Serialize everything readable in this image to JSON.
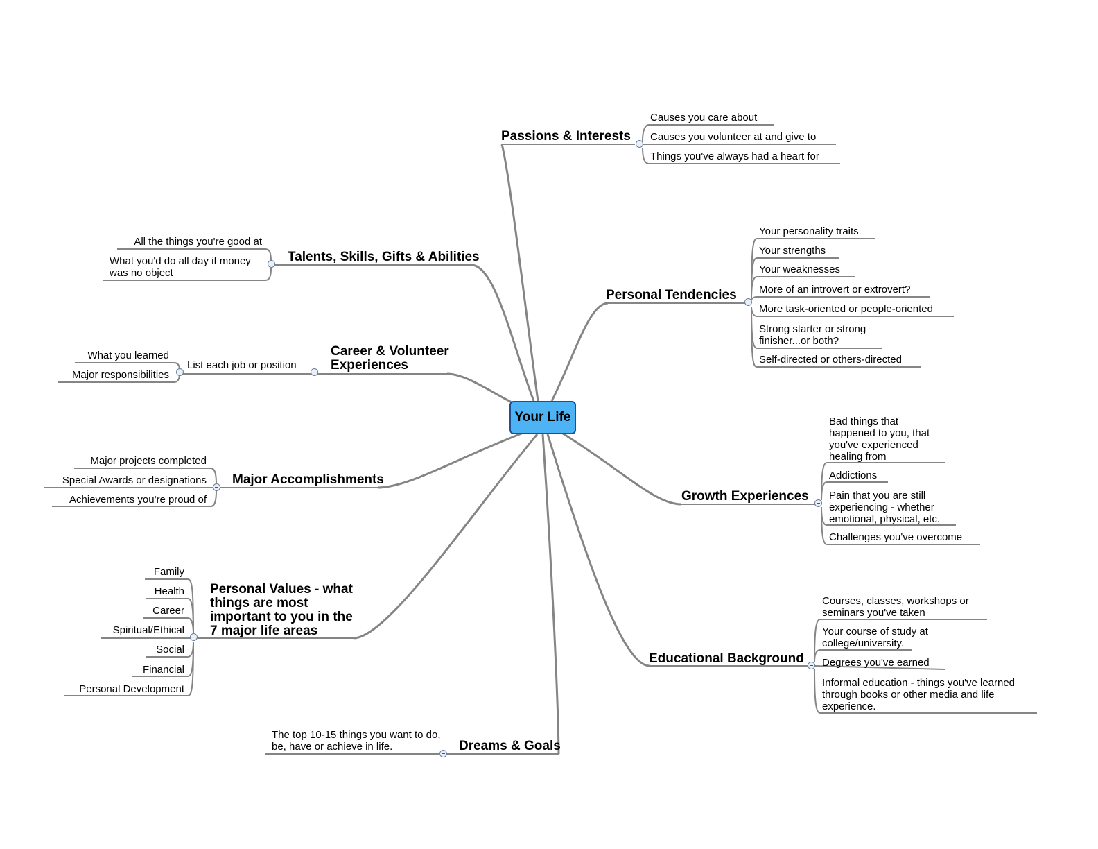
{
  "center": "Your Life",
  "branches": {
    "passions": {
      "title": "Passions & Interests",
      "items": [
        "Causes you care about",
        "Causes you volunteer at and give to",
        "Things you've always had a heart for"
      ]
    },
    "tendencies": {
      "title": "Personal Tendencies",
      "items": [
        "Your personality traits",
        "Your strengths",
        "Your weaknesses",
        "More of an introvert or extrovert?",
        "More task-oriented or people-oriented",
        "Strong starter or strong finisher...or both?",
        "Self-directed or others-directed"
      ]
    },
    "growth": {
      "title": "Growth Experiences",
      "items": [
        "Bad things that happened to you, that you've experienced healing from",
        "Addictions",
        "Pain that you are still experiencing - whether emotional, physical, etc.",
        "Challenges you've overcome"
      ]
    },
    "education": {
      "title": "Educational Background",
      "items": [
        "Courses, classes, workshops or seminars you've taken",
        "Your course of study at college/university.",
        "Degrees you've earned",
        "Informal education - things you've learned through books or other media and life experience."
      ]
    },
    "dreams": {
      "title": "Dreams & Goals",
      "items": [
        "The top 10-15 things you want to do, be, have or achieve in life."
      ]
    },
    "values": {
      "title": "Personal Values - what things are most important to you in the 7 major life areas",
      "items": [
        "Family",
        "Health",
        "Career",
        "Spiritual/Ethical",
        "Social",
        "Financial",
        "Personal Development"
      ]
    },
    "accomplishments": {
      "title": "Major Accomplishments",
      "items": [
        "Major projects completed",
        "Special Awards or designations",
        "Achievements you're proud of"
      ]
    },
    "career": {
      "title": "Career & Volunteer Experiences",
      "sub": "List each job or position",
      "items": [
        "What you learned",
        "Major responsibilities"
      ]
    },
    "talents": {
      "title": "Talents, Skills, Gifts & Abilities",
      "items": [
        "All the things you're good at",
        "What you'd do all day if money was no object"
      ]
    }
  }
}
